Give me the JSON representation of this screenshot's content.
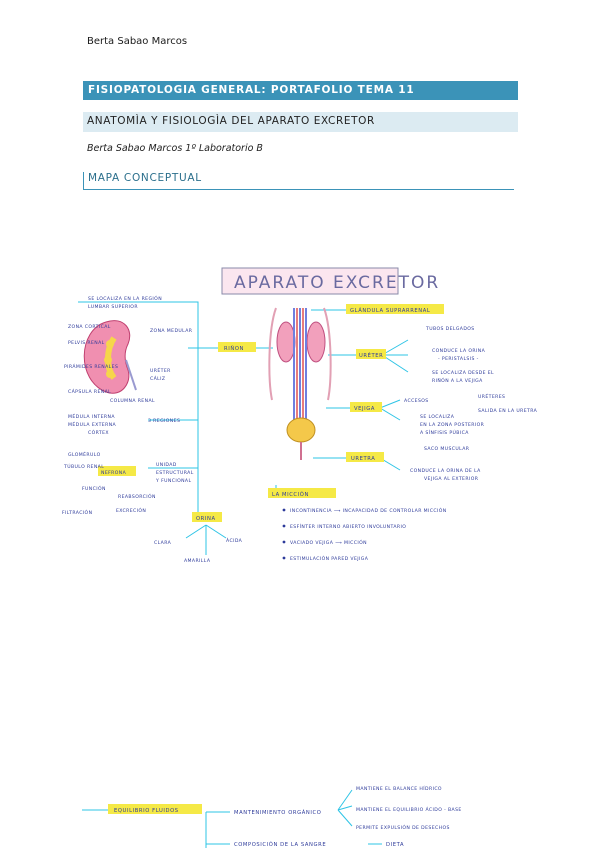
{
  "header": {
    "author": "Berta Sabao Marcos",
    "title": "FISIOPATOLOGIA GENERAL: PORTAFOLIO TEMA 11",
    "subtitle": "ANATOMÌA Y FISIOLOGÌA DEL APARATO EXCRETOR",
    "author_line": "Berta Sabao Marcos 1º Laboratorio B",
    "section": "MAPA CONCEPTUAL"
  },
  "map1": {
    "title": "APARATO EXCRETOR",
    "rinon": "RIÑON",
    "rinon_location": [
      "SE LOCALIZA EN LA REGIÓN",
      "LUMBAR SUPERIOR"
    ],
    "kidney_parts": [
      "ZONA CORTICAL",
      "PELVIS RENAL",
      "PIRÁMIDES RENALES",
      "CÁPSULA RENAL",
      "COLUMNA RENAL",
      "ZONA MEDULAR",
      "URÉTER",
      "CÁLIZ"
    ],
    "regiones_title": "3 REGIONES",
    "regiones": [
      "MÉDULA INTERNA",
      "MÉDULA EXTERNA",
      "CÓRTEX"
    ],
    "nefrona": "NEFRONA",
    "nefrona_parts": [
      "GLOMÉRULO",
      "TÚBULO RENAL"
    ],
    "unidad": [
      "UNIDAD",
      "ESTRUCTURAL",
      "Y FUNCIONAL"
    ],
    "nefrona_funcs": [
      "FUNCIÓN",
      "REABSORCIÓN",
      "FILTRACIÓN",
      "EXCRECIÓN"
    ],
    "orina": "ORINA",
    "orina_props": [
      "CLARA",
      "ÁCIDA",
      "AMARILLA"
    ],
    "glandula": "GLÁNDULA SUPRARRENAL",
    "ureter": "URÉTER",
    "ureter_desc": [
      "TUBOS DELGADOS",
      "CONDUCE LA ORINA",
      "- PERISTALSIS -",
      "SE LOCALIZA DESDE EL",
      "RIÑÓN A LA VEJIGA"
    ],
    "vejiga": "VEJIGA",
    "vejiga_desc": [
      "ACCESOS",
      "URÉTERES",
      "SALIDA EN LA URETRA",
      "SE LOCALIZA",
      "EN LA ZONA POSTERIOR",
      "A SÍNFISIS PÚBICA",
      "SACO MUSCULAR"
    ],
    "uretra": "URETRA",
    "uretra_desc": [
      "CONDUCE LA ORINA DE LA",
      "VEJIGA AL EXTERIOR"
    ],
    "miccion": "LA MICCIÓN",
    "miccion_items": [
      "INCONTINENCIA ⟶ INCAPACIDAD DE CONTROLAR MICCIÓN",
      "ESFÍNTER INTERNO ABIERTO INVOLUNTARIO",
      "VACIADO VEJIGA ⟶ MICCIÓN",
      "ESTIMULACIÓN PARED VEJIGA"
    ]
  },
  "map2": {
    "equilibrio": "EQUILIBRIO FLUIDOS",
    "mantenimiento": "MANTENIMIENTO ORGÁNICO",
    "mant_items": [
      "MANTIENE EL BALANCE HÍDRICO",
      "MANTIENE EL EQUILIBRIO ÁCIDO - BASE",
      "PERMITE EXPULSIÓN DE DESECHOS"
    ],
    "composicion": "COMPOSICIÓN DE LA SANGRE",
    "dieta": "DIETA"
  },
  "colors": {
    "accent": "#3b93b8",
    "subtitle_bg": "#dcebf2",
    "highlighter": "#f5e946",
    "ink": "#2d3a9a",
    "connector": "#2ec4e6"
  }
}
